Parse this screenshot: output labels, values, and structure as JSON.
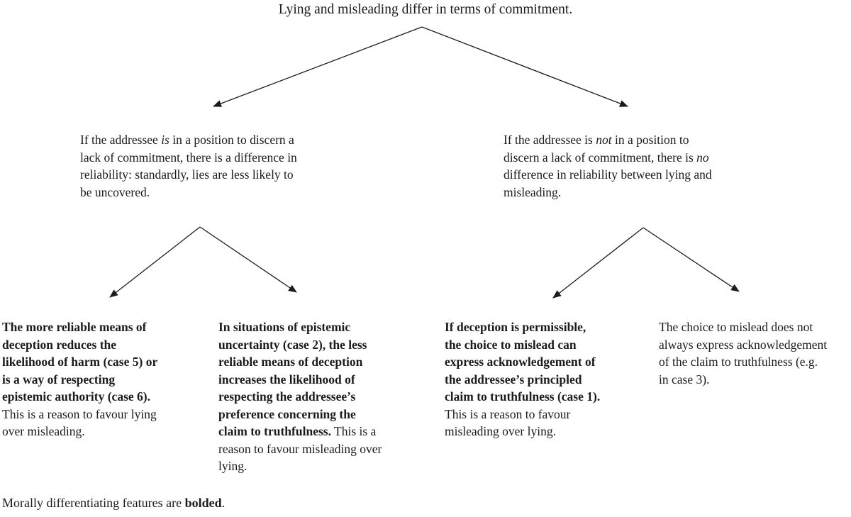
{
  "colors": {
    "background": "#ffffff",
    "text": "#1b1b1b",
    "line": "#1b1b1b"
  },
  "diagram": {
    "title": "Lying and misleading differ in terms of commitment.",
    "level1": {
      "left": {
        "segments": [
          {
            "t": "If the addressee ",
            "s": "n"
          },
          {
            "t": "is",
            "s": "i"
          },
          {
            "t": " in a position to discern a\nlack of commitment, there is a difference in\nreliability: standardly, lies are less likely to\nbe uncovered.",
            "s": "n"
          }
        ]
      },
      "right": {
        "segments": [
          {
            "t": "If the addressee is ",
            "s": "n"
          },
          {
            "t": "not",
            "s": "i"
          },
          {
            "t": " in a position to\ndiscern a lack of commitment, there is ",
            "s": "n"
          },
          {
            "t": "no",
            "s": "i"
          },
          {
            "t": "\ndifference in reliability between lying and\nmisleading.",
            "s": "n"
          }
        ]
      }
    },
    "level2": {
      "leaf_1": {
        "segments": [
          {
            "t": "The more reliable means of\ndeception reduces the\nlikelihood of harm (case 5) or\nis a way of respecting\nepistemic authority (case 6).",
            "s": "b"
          },
          {
            "t": "\nThis is a reason to favour lying\nover misleading.",
            "s": "n"
          }
        ]
      },
      "leaf_2": {
        "segments": [
          {
            "t": "In situations of epistemic\nuncertainty (case 2), the less\nreliable means of deception\nincreases the likelihood of\nrespecting the addressee’s\npreference concerning the\nclaim to truthfulness.",
            "s": "b"
          },
          {
            "t": " This is a\nreason to favour misleading over\nlying.",
            "s": "n"
          }
        ]
      },
      "leaf_3": {
        "segments": [
          {
            "t": "If deception is permissible,\nthe choice to mislead can\nexpress acknowledgement of\nthe addressee’s principled\nclaim to truthfulness (case 1).",
            "s": "b"
          },
          {
            "t": "\nThis is a reason to favour\nmisleading over lying.",
            "s": "n"
          }
        ]
      },
      "leaf_4": {
        "segments": [
          {
            "t": "The choice to mislead does not\nalways express acknowledgement\nof the claim to truthfulness (e.g.\nin case 3).",
            "s": "n"
          }
        ]
      }
    },
    "footer": {
      "segments": [
        {
          "t": "Morally differentiating features are ",
          "s": "n"
        },
        {
          "t": "bolded",
          "s": "b"
        },
        {
          "t": ".",
          "s": "n"
        }
      ]
    }
  }
}
